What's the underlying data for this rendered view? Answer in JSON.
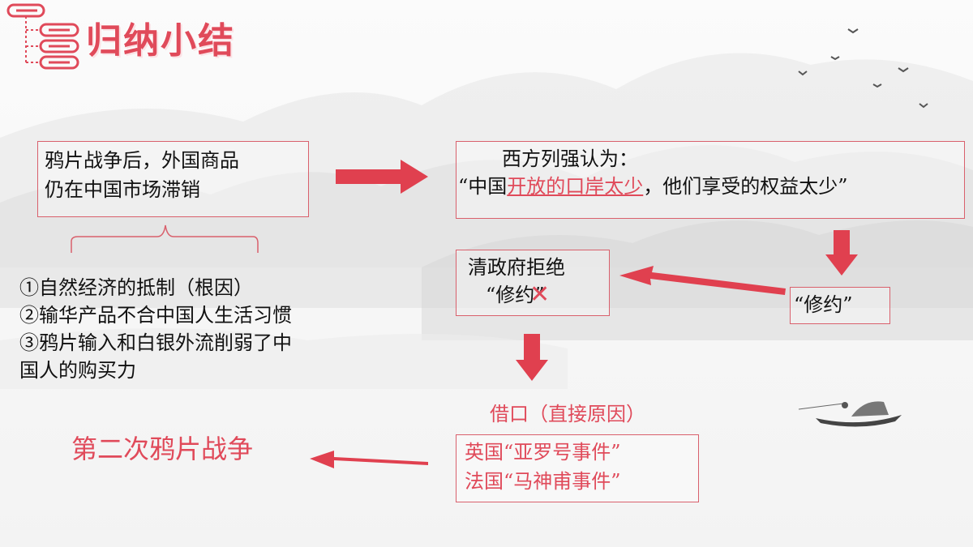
{
  "title": "归纳小结",
  "box1": {
    "line1": "鸦片战争后，外国商品",
    "line2": "仍在中国市场滞销"
  },
  "reasons": [
    "①自然经济的抵制（根因）",
    "②输华产品不合中国人生活习惯",
    "③鸦片输入和白银外流削弱了中",
    "国人的购买力"
  ],
  "box2": {
    "line1": "西方列强认为：",
    "line2_a": "“中国",
    "line2_highlight": "开放的口岸太少",
    "line2_b": "，他们享受的权益太少”"
  },
  "box3": {
    "text": "“修约”"
  },
  "box4": {
    "line1": "清政府拒绝",
    "line2_a": "“修",
    "line2_b": "约”"
  },
  "excuse_label": "借口（直接原因）",
  "box5": {
    "line1": "英国“亚罗号事件”",
    "line2": "法国“马神甫事件”"
  },
  "result": "第二次鸦片战争",
  "colors": {
    "accent": "#e04a5a",
    "arrow": "#e0404f",
    "border": "#d9606c"
  }
}
